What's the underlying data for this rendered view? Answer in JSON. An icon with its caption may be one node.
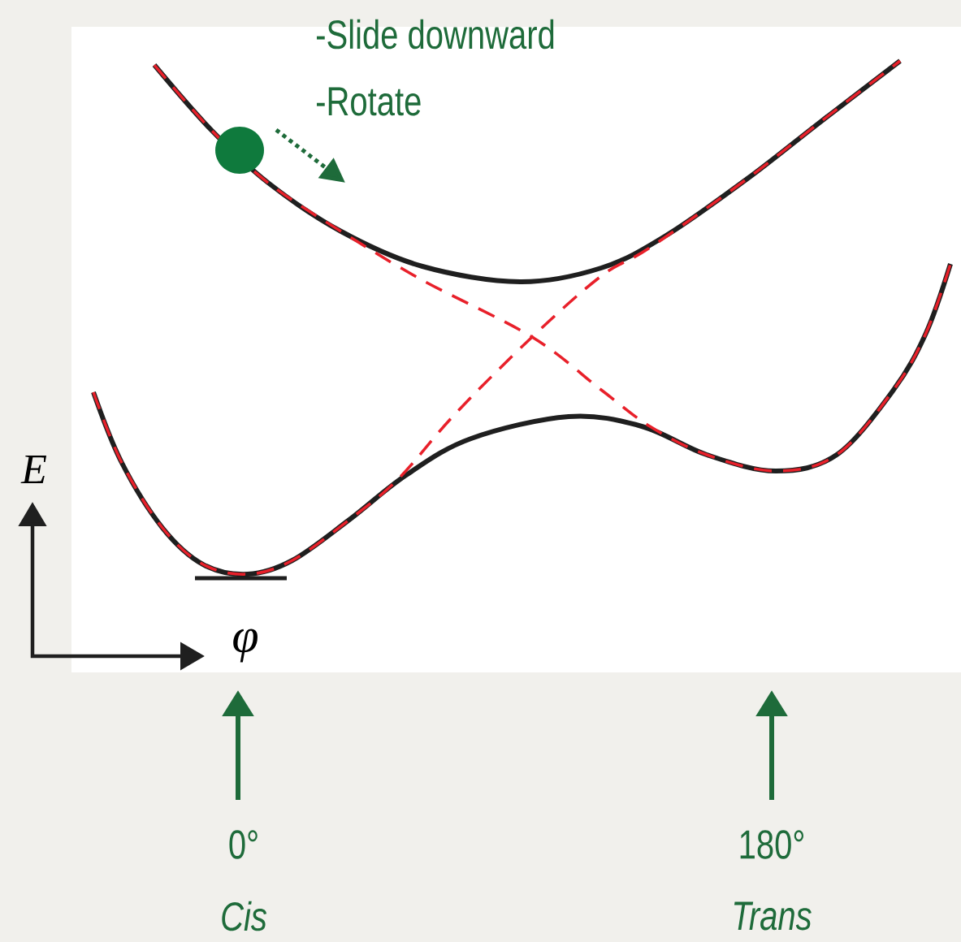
{
  "diagram": {
    "labels": [
      "-Slide downward",
      "-Rotate",
      "E",
      "φ",
      "0°",
      "Cis",
      "180°",
      "Trans"
    ]
  }
}
